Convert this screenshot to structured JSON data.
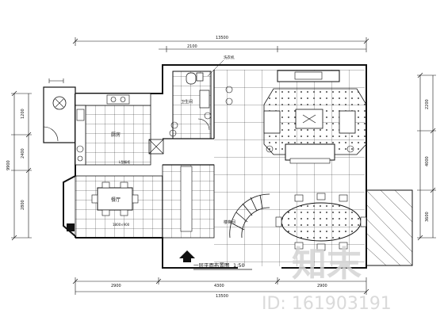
{
  "drawing": {
    "title": "一层平面布置图",
    "scale": "1:50",
    "rooms": {
      "kitchen": "厨房",
      "dining": "餐厅",
      "stair_hall": "楼梯间",
      "washroom": "卫生间"
    },
    "dimensions": {
      "top_total": "13500",
      "top_segment": "2100",
      "bottom_total": "13500",
      "bottom_left": "2900",
      "bottom_mid": "4300",
      "bottom_right": "2900",
      "left_a": "1200",
      "left_b": "2400",
      "left_c": "2800",
      "left_total": "9900",
      "right_a": "2200",
      "right_b": "4000",
      "right_c": "3600"
    },
    "notes": {
      "toilet_label": "洗衣机",
      "dining_table_note": "1800×900",
      "counter_note": "L型橱柜"
    }
  },
  "watermark": {
    "brand": "知末",
    "id_text": "ID: 161903191"
  },
  "colors": {
    "ink": "#111111",
    "watermark": "#d4d4d4",
    "paper": "#ffffff"
  }
}
